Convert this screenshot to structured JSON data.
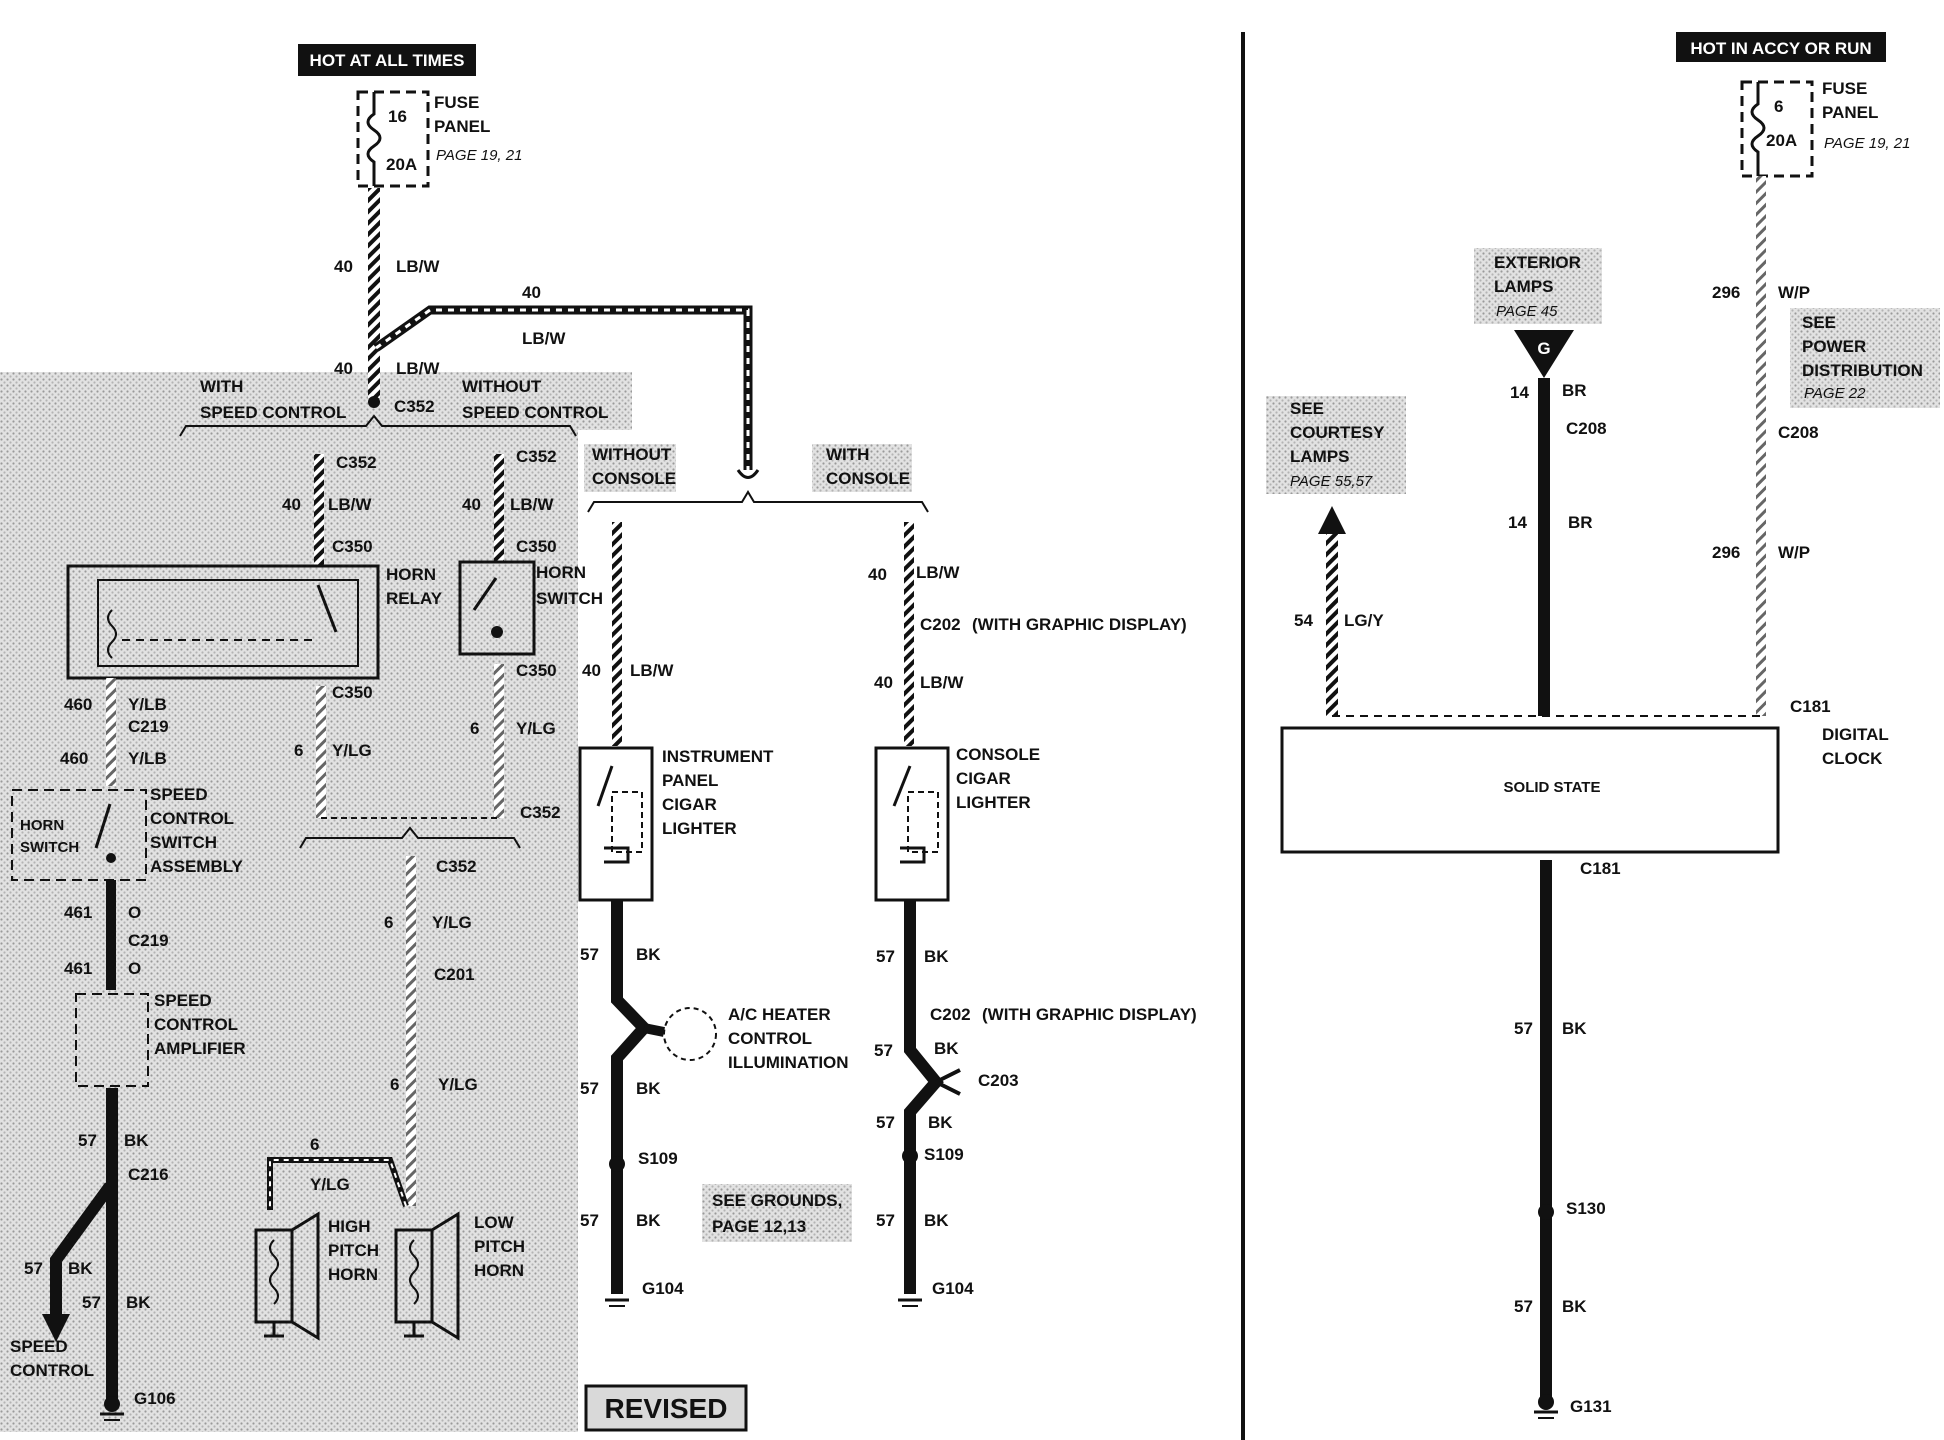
{
  "left": {
    "hot_label": "HOT AT ALL TIMES",
    "fuse": {
      "number": "16",
      "rating": "20A",
      "label1": "FUSE",
      "label2": "PANEL",
      "page": "PAGE 19, 21"
    },
    "w_top": {
      "circuit": "40",
      "color": "LB/W"
    },
    "w_branch": {
      "circuit": "40",
      "color": "LB/W"
    },
    "w_main": {
      "circuit": "40",
      "color": "LB/W"
    },
    "c352_main": "C352",
    "with_speed_1": "WITH",
    "with_speed_2": "SPEED CONTROL",
    "without_speed_1": "WITHOUT",
    "without_speed_2": "SPEED CONTROL",
    "c352_a": "C352",
    "c352_b": "C352",
    "w_relay_in": {
      "circuit": "40",
      "color": "LB/W"
    },
    "w_switch_in": {
      "circuit": "40",
      "color": "LB/W"
    },
    "c350_a": "C350",
    "c350_b": "C350",
    "horn_relay_1": "HORN",
    "horn_relay_2": "RELAY",
    "horn_switch_1": "HORN",
    "horn_switch_2": "SWITCH",
    "c350_c": "C350",
    "c350_d": "C350",
    "w460a": {
      "circuit": "460",
      "color": "Y/LB"
    },
    "c219_a": "C219",
    "w460b": {
      "circuit": "460",
      "color": "Y/LB"
    },
    "w6a": {
      "circuit": "6",
      "color": "Y/LG"
    },
    "w6b": {
      "circuit": "6",
      "color": "Y/LG"
    },
    "c352_c": "C352",
    "scsa_1": "SPEED",
    "scsa_2": "CONTROL",
    "scsa_3": "SWITCH",
    "scsa_4": "ASSEMBLY",
    "hs_1": "HORN",
    "hs_2": "SWITCH",
    "c352_d": "C352",
    "w461a": {
      "circuit": "461",
      "color": "O"
    },
    "c219_b": "C219",
    "w461b": {
      "circuit": "461",
      "color": "O"
    },
    "w6c": {
      "circuit": "6",
      "color": "Y/LG"
    },
    "c201": "C201",
    "sca_1": "SPEED",
    "sca_2": "CONTROL",
    "sca_3": "AMPLIFIER",
    "w6d": {
      "circuit": "6",
      "color": "Y/LG"
    },
    "w57a": {
      "circuit": "57",
      "color": "BK"
    },
    "c216": "C216",
    "w6e": {
      "circuit": "6",
      "color": "Y/LG"
    },
    "w57b": {
      "circuit": "57",
      "color": "BK"
    },
    "w57c": {
      "circuit": "57",
      "color": "BK"
    },
    "hp_1": "HIGH",
    "hp_2": "PITCH",
    "hp_3": "HORN",
    "lp_1": "LOW",
    "lp_2": "PITCH",
    "lp_3": "HORN",
    "sc_1": "SPEED",
    "sc_2": "CONTROL",
    "g106": "G106"
  },
  "middle": {
    "without_console_1": "WITHOUT",
    "without_console_2": "CONSOLE",
    "with_console_1": "WITH",
    "with_console_2": "CONSOLE",
    "w40a": {
      "circuit": "40",
      "color": "LB/W"
    },
    "w40b": {
      "circuit": "40",
      "color": "LB/W"
    },
    "c202_a": "C202",
    "c202_a_note": "(WITH GRAPHIC DISPLAY)",
    "w40c": {
      "circuit": "40",
      "color": "LB/W"
    },
    "ipcl_1": "INSTRUMENT",
    "ipcl_2": "PANEL",
    "ipcl_3": "CIGAR",
    "ipcl_4": "LIGHTER",
    "ccl_1": "CONSOLE",
    "ccl_2": "CIGAR",
    "ccl_3": "LIGHTER",
    "w57a": {
      "circuit": "57",
      "color": "BK"
    },
    "w57b": {
      "circuit": "57",
      "color": "BK"
    },
    "ach_1": "A/C HEATER",
    "ach_2": "CONTROL",
    "ach_3": "ILLUMINATION",
    "c202_b": "C202",
    "c202_b_note": "(WITH GRAPHIC DISPLAY)",
    "w57c": {
      "circuit": "57",
      "color": "BK"
    },
    "c203": "C203",
    "w57d": {
      "circuit": "57",
      "color": "BK"
    },
    "w57e": {
      "circuit": "57",
      "color": "BK"
    },
    "s109_a": "S109",
    "s109_b": "S109",
    "see_grounds_1": "SEE GROUNDS,",
    "see_grounds_2": "PAGE 12,13",
    "w57f": {
      "circuit": "57",
      "color": "BK"
    },
    "w57g": {
      "circuit": "57",
      "color": "BK"
    },
    "g104_a": "G104",
    "g104_b": "G104",
    "revised": "REVISED"
  },
  "right": {
    "hot_label": "HOT IN ACCY OR RUN",
    "fuse": {
      "number": "6",
      "rating": "20A",
      "label1": "FUSE",
      "label2": "PANEL",
      "page": "PAGE 19, 21"
    },
    "ext_1": "EXTERIOR",
    "ext_2": "LAMPS",
    "ext_3": "PAGE 45",
    "g_marker": "G",
    "w296a": {
      "circuit": "296",
      "color": "W/P"
    },
    "see_power_1": "SEE",
    "see_power_2": "POWER",
    "see_power_3": "DISTRIBUTION",
    "see_power_4": "PAGE 22",
    "w14a": {
      "circuit": "14",
      "color": "BR"
    },
    "c208_a": "C208",
    "c208_b": "C208",
    "courtesy_1": "SEE",
    "courtesy_2": "COURTESY",
    "courtesy_3": "LAMPS",
    "courtesy_4": "PAGE 55,57",
    "w14b": {
      "circuit": "14",
      "color": "BR"
    },
    "w296b": {
      "circuit": "296",
      "color": "W/P"
    },
    "w54": {
      "circuit": "54",
      "color": "LG/Y"
    },
    "c181_a": "C181",
    "clock_1": "DIGITAL",
    "clock_2": "CLOCK",
    "solid_state": "SOLID STATE",
    "c181_b": "C181",
    "w57a": {
      "circuit": "57",
      "color": "BK"
    },
    "s130": "S130",
    "w57b": {
      "circuit": "57",
      "color": "BK"
    },
    "g131": "G131"
  }
}
